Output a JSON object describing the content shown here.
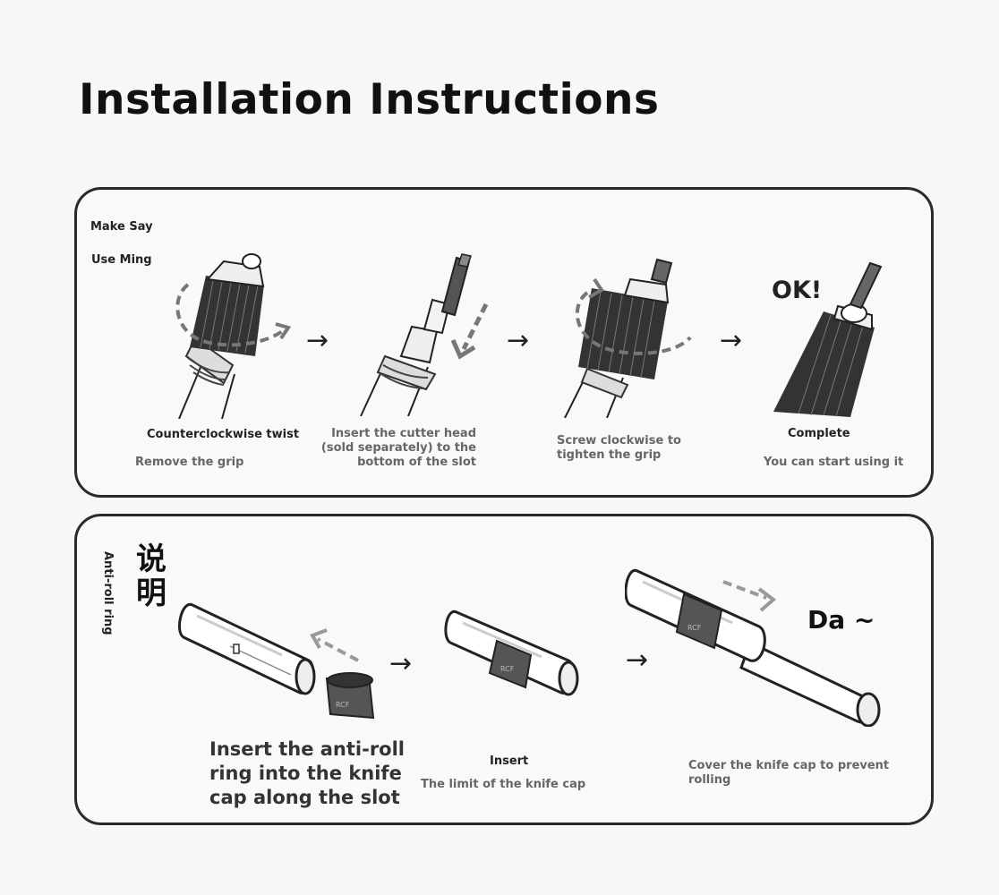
{
  "title": "Installation Instructions",
  "panel1": {
    "side_label_1": "Make Say",
    "side_label_2": "Use Ming",
    "steps": [
      {
        "title": "Counterclockwise twist",
        "subtitle": "Remove the grip"
      },
      {
        "title": "Insert the cutter head (sold separately) to the bottom of the slot"
      },
      {
        "title": "Screw clockwise to tighten the grip"
      },
      {
        "title": "Complete",
        "subtitle": "You can start using it",
        "badge": "OK!"
      }
    ]
  },
  "panel2": {
    "vertical_label": "Anti-roll ring",
    "chinese_label": "说明",
    "steps": [
      {
        "title": "Insert the anti-roll ring into the knife cap along the slot"
      },
      {
        "title": "Insert",
        "subtitle": "The limit of the knife cap"
      },
      {
        "title": "Cover the knife cap to prevent rolling",
        "badge": "Da ~"
      }
    ]
  },
  "arrow_glyph": "→",
  "icons": [
    "rotate-ccw-arrow-icon",
    "insert-arrow-icon",
    "rotate-cw-arrow-icon",
    "slide-arrow-icon"
  ]
}
